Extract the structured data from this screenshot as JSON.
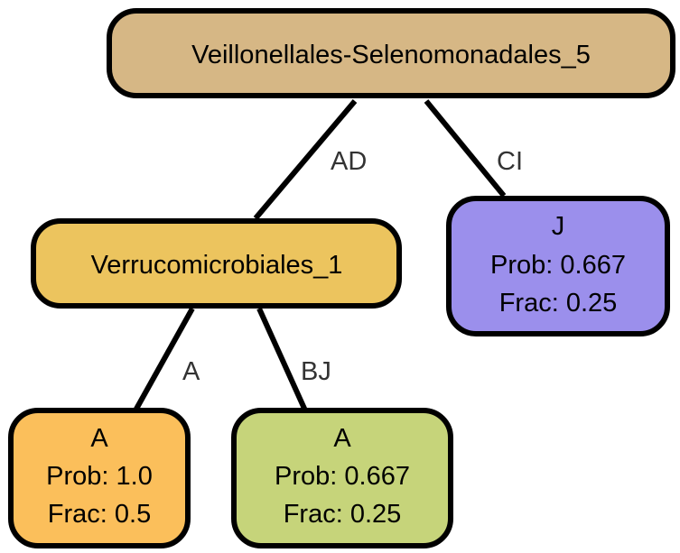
{
  "tree": {
    "nodes": {
      "root": {
        "label": "Veillonellales-Selenomonadales_5",
        "color": "#d6b785"
      },
      "verruco": {
        "label": "Verrucomicrobiales_1",
        "color": "#ecc45e"
      },
      "leaf_j": {
        "class": "J",
        "prob": "Prob: 0.667",
        "frac": "Frac: 0.25",
        "color": "#9b8fec"
      },
      "leaf_a1": {
        "class": "A",
        "prob": "Prob: 1.0",
        "frac": "Frac: 0.5",
        "color": "#fbbf5b"
      },
      "leaf_a2": {
        "class": "A",
        "prob": "Prob: 0.667",
        "frac": "Frac: 0.25",
        "color": "#c6d47a"
      }
    },
    "edges": {
      "root_verruco": "AD",
      "root_j": "CI",
      "verruco_a1": "A",
      "verruco_a2": "BJ"
    }
  }
}
